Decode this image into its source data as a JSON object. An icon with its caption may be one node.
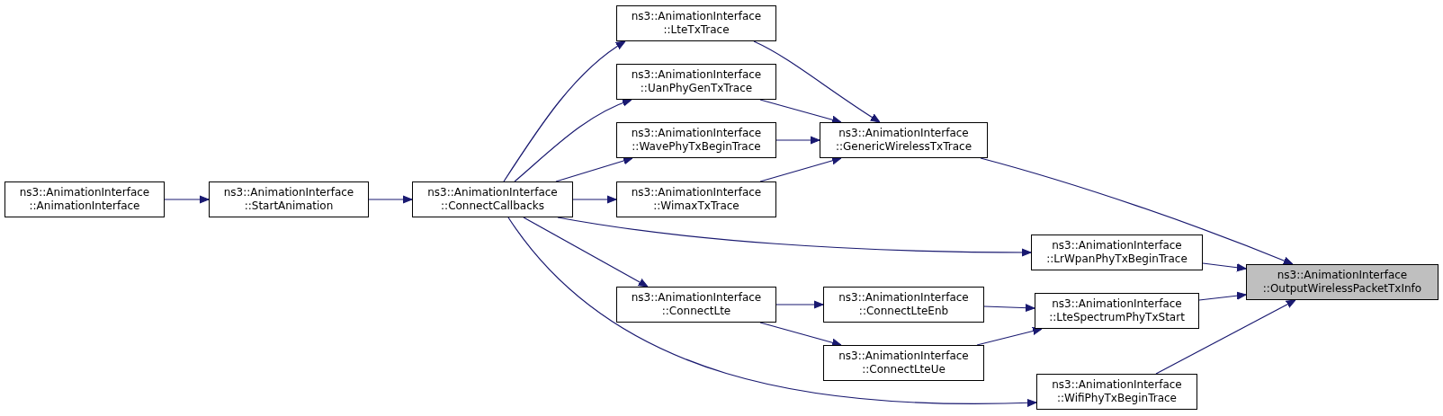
{
  "diagram": {
    "nodes": [
      {
        "text": [
          "ns3::AnimationInterface ::AnimationInterface"
        ]
      },
      {
        "text": [
          "ns3::AnimationInterface ::StartAnimation"
        ]
      },
      {
        "text": [
          "ns3::AnimationInterface ::ConnectCallbacks"
        ]
      },
      {
        "text": [
          "ns3::AnimationInterface ::LteTxTrace"
        ]
      },
      {
        "text": [
          "ns3::AnimationInterface ::UanPhyGenTxTrace"
        ]
      },
      {
        "text": [
          "ns3::AnimationInterface ::WavePhyTxBeginTrace"
        ]
      },
      {
        "text": [
          "ns3::AnimationInterface ::WimaxTxTrace"
        ]
      },
      {
        "text": [
          "ns3::AnimationInterface ::GenericWirelessTxTrace"
        ]
      },
      {
        "text": [
          "ns3::AnimationInterface ::LrWpanPhyTxBeginTrace"
        ]
      },
      {
        "text": [
          "ns3::AnimationInterface ::ConnectLte"
        ]
      },
      {
        "text": [
          "ns3::AnimationInterface ::ConnectLteEnb"
        ]
      },
      {
        "text": [
          "ns3::AnimationInterface ::ConnectLteUe"
        ]
      },
      {
        "text": [
          "ns3::AnimationInterface ::LteSpectrumPhyTxStart"
        ]
      },
      {
        "text": [
          "ns3::AnimationInterface ::WifiPhyTxBeginTrace"
        ]
      },
      {
        "text": [
          "ns3::AnimationInterface ::OutputWirelessPacketTxInfo"
        ]
      }
    ],
    "edges": [
      {
        "from": 0,
        "to": 1,
        "arrow": "to"
      },
      {
        "from": 1,
        "to": 2,
        "arrow": "to"
      },
      {
        "from": 2,
        "to": 3,
        "arrow": "to"
      },
      {
        "from": 2,
        "to": 4,
        "arrow": "to"
      },
      {
        "from": 2,
        "to": 5,
        "arrow": "to"
      },
      {
        "from": 2,
        "to": 6,
        "arrow": "to"
      },
      {
        "from": 3,
        "to": 7,
        "arrow": "to"
      },
      {
        "from": 4,
        "to": 7,
        "arrow": "to"
      },
      {
        "from": 5,
        "to": 7,
        "arrow": "to"
      },
      {
        "from": 6,
        "to": 7,
        "arrow": "to"
      },
      {
        "from": 7,
        "to": 14,
        "arrow": "to"
      },
      {
        "from": 2,
        "to": 8,
        "arrow": "to"
      },
      {
        "from": 8,
        "to": 14,
        "arrow": "to"
      },
      {
        "from": 2,
        "to": 9,
        "arrow": "to"
      },
      {
        "from": 9,
        "to": 10,
        "arrow": "to"
      },
      {
        "from": 9,
        "to": 11,
        "arrow": "to"
      },
      {
        "from": 10,
        "to": 12,
        "arrow": "to"
      },
      {
        "from": 11,
        "to": 12,
        "arrow": "to"
      },
      {
        "from": 12,
        "to": 14,
        "arrow": "to"
      },
      {
        "from": 13,
        "to": 14,
        "arrow": "to"
      },
      {
        "from": 2,
        "to": 13,
        "arrow": "to"
      }
    ]
  }
}
